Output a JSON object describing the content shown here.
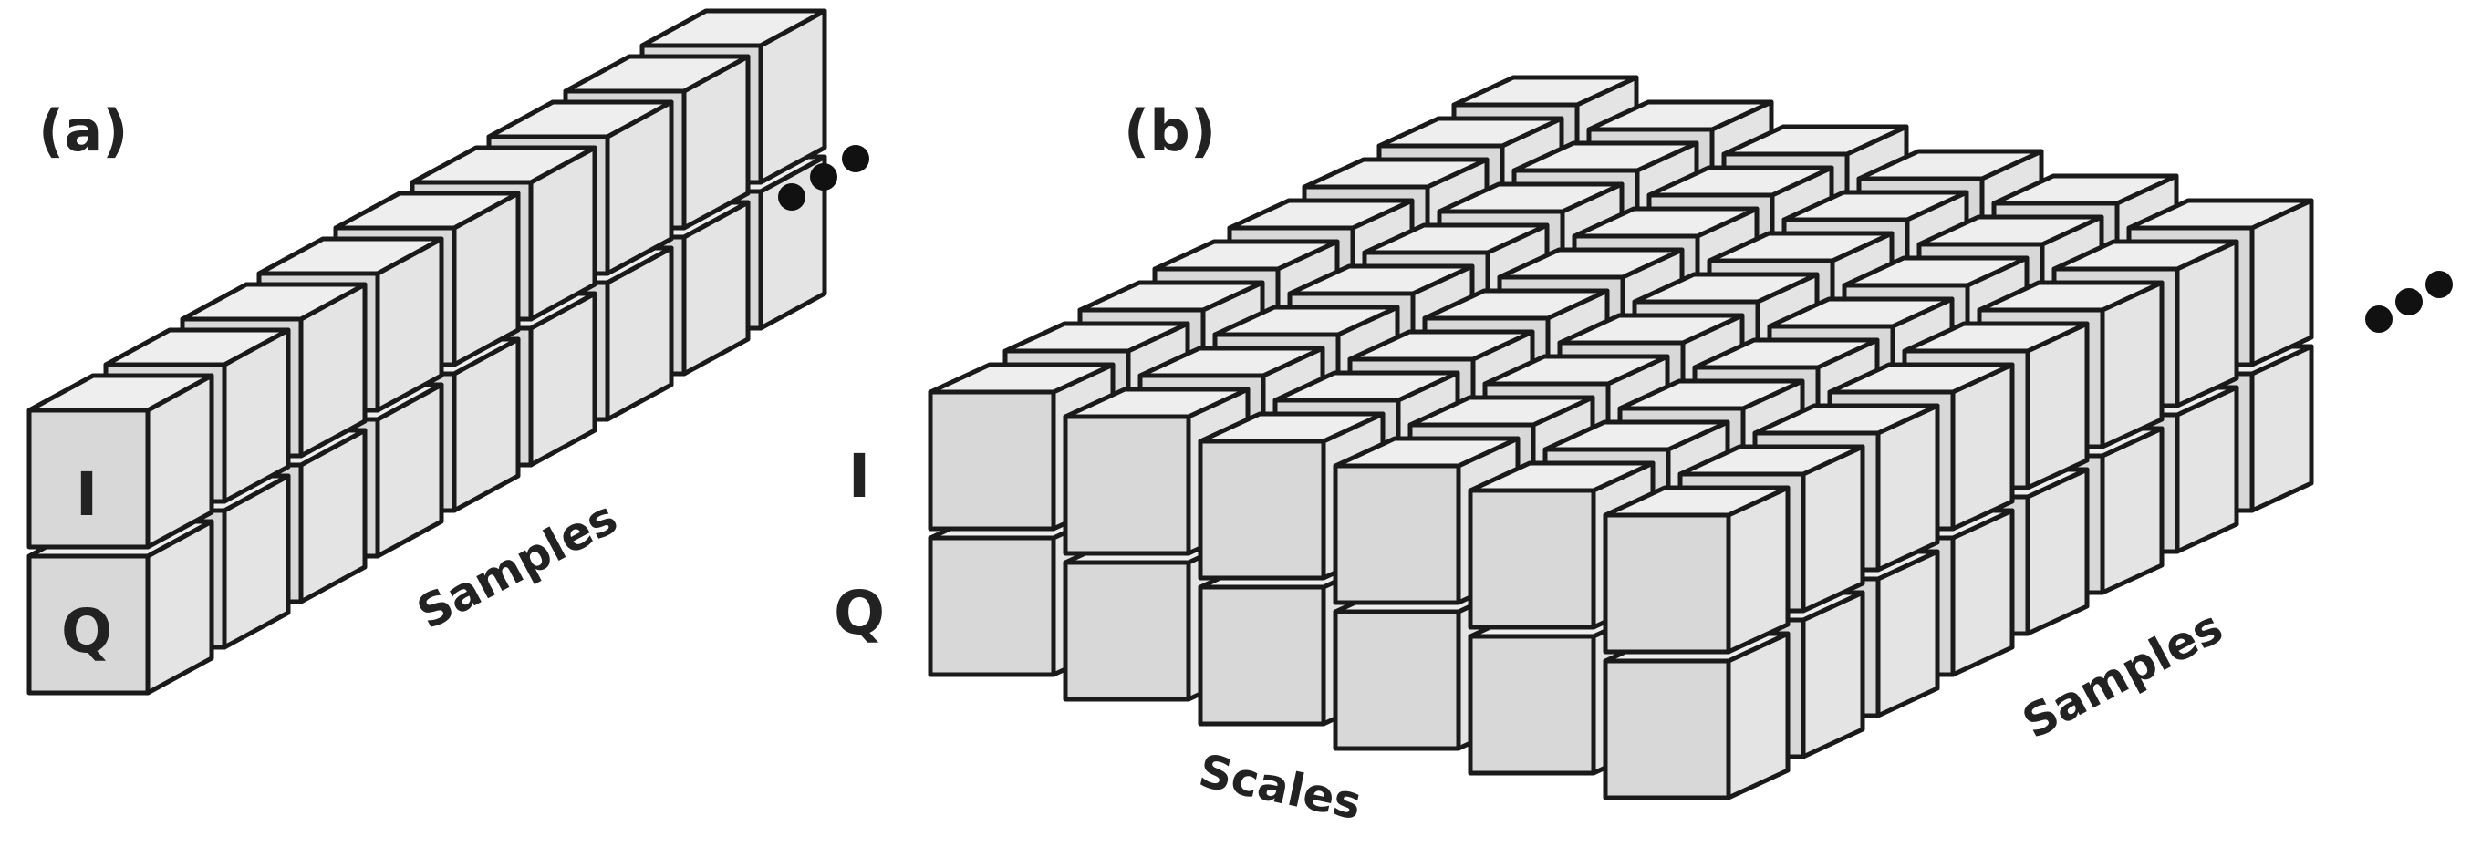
{
  "colors": {
    "top_face": "#eeeeee",
    "front_face": "#d8d8d8",
    "side_face": "#e4e4e4",
    "edge": "#1a1a1a",
    "text": "#222222"
  },
  "panel_a": {
    "label": "(a)",
    "channel_i": "I",
    "channel_q": "Q",
    "axis_samples": "Samples",
    "ellipsis": "•••",
    "columns": 9,
    "layers": 2
  },
  "panel_b": {
    "label": "(b)",
    "channel_i": "I",
    "channel_q": "Q",
    "axis_samples": "Samples",
    "axis_scales": "Scales",
    "ellipsis": "•••",
    "scales": 6,
    "samples": 8,
    "layers": 2
  }
}
